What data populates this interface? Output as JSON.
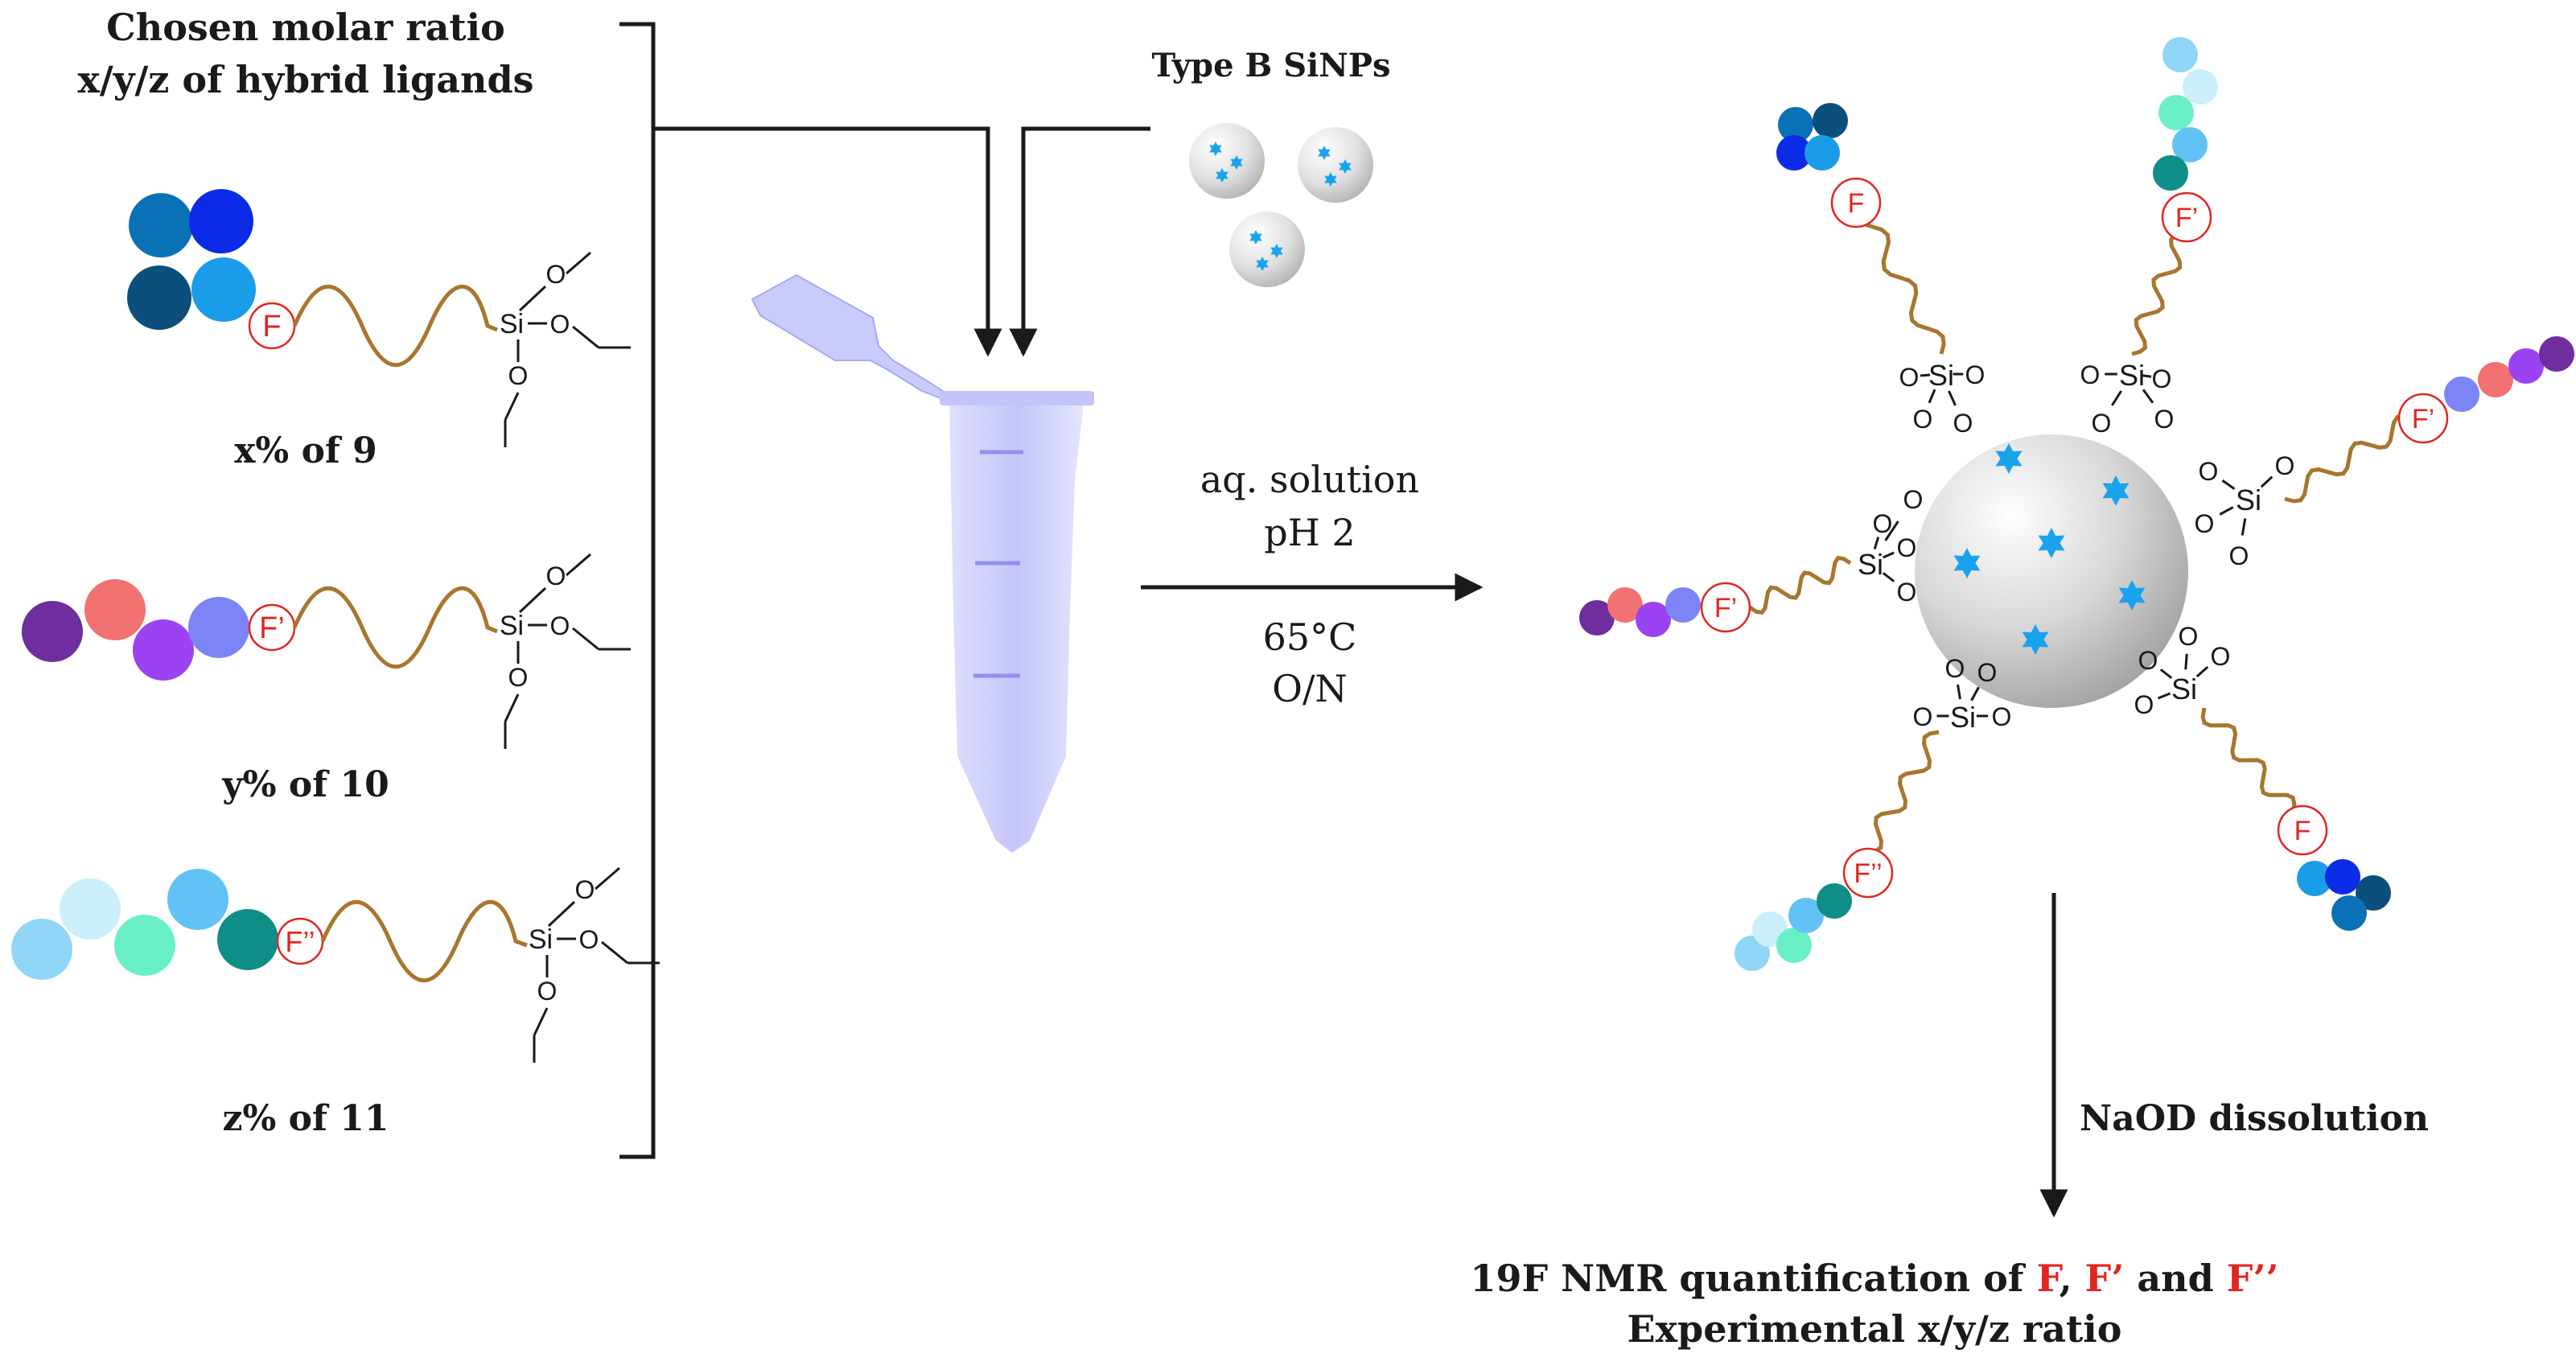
{
  "title_line1": "Chosen molar ratio",
  "title_line2": "x/y/z of hybrid ligands",
  "sinp_label": "Type B SiNPs",
  "ligands": [
    {
      "caption": "x% of 9",
      "fluorine": "F"
    },
    {
      "caption": "y% of 10",
      "fluorine": "F’"
    },
    {
      "caption": "z% of 11",
      "fluorine": "F’’"
    }
  ],
  "conditions": [
    "aq. solution",
    "pH 2",
    "65°C",
    "O/N"
  ],
  "dissolution": "NaOD dissolution",
  "result_line1_prefix": "19F NMR quantification  of ",
  "result_f1": "F",
  "result_sep1": ", ",
  "result_f2": "F’",
  "result_sep2": " and ",
  "result_f3": "F’’",
  "result_line2": "Experimental  x/y/z ratio",
  "si": "Si",
  "o": "O",
  "colors": {
    "line": "#1a1a1a",
    "chain": "#a9762e",
    "fluorine_red": "#e0261f",
    "star": "#1aa3ec",
    "tube": "#cfd0fb",
    "lig9": [
      "#0a71b7",
      "#0b2be7",
      "#0c4f7c",
      "#1b9ce9"
    ],
    "lig10": [
      "#6e2e9d",
      "#f17270",
      "#9b43f3",
      "#7c84f6"
    ],
    "lig11": [
      "#8fd6f7",
      "#cbeffb",
      "#6af0c6",
      "#63c2f5",
      "#0e8e86"
    ]
  }
}
